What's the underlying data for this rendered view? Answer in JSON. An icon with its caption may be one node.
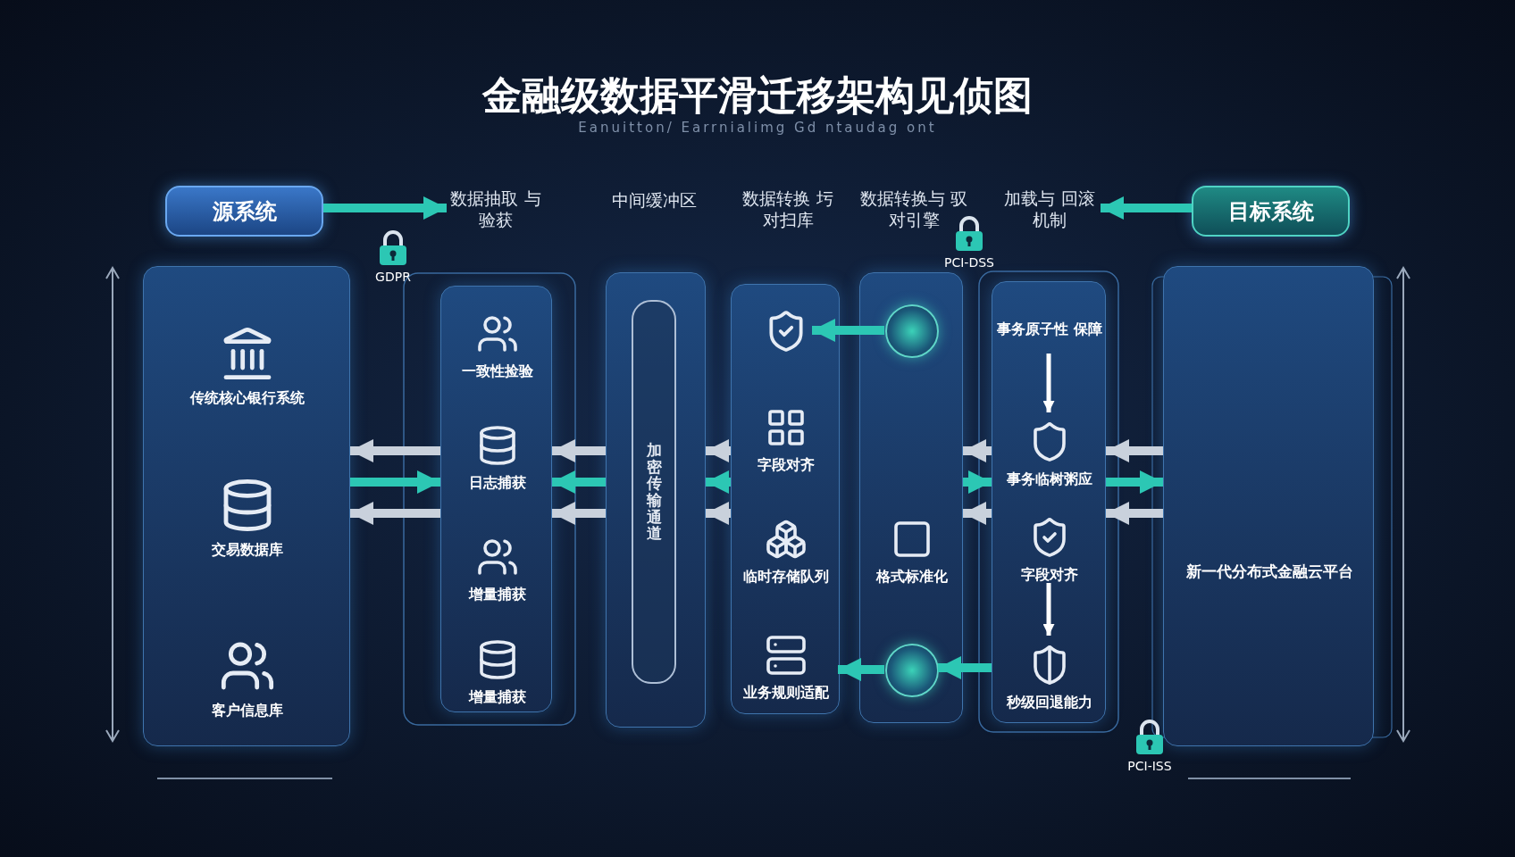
{
  "diagram": {
    "title": "金融级数据平滑迁移架构见侦图",
    "nodes": [
      {
        "text": [
          "源系统"
        ]
      },
      {
        "text": [
          "数据抽取 与验获"
        ]
      },
      {
        "text": [
          "中间缓冲区"
        ]
      },
      {
        "text": [
          "数据转换 圬对扫库"
        ]
      },
      {
        "text": [
          "数据转换与 驭对引擎"
        ]
      },
      {
        "text": [
          "加载与 回滚机制"
        ]
      },
      {
        "text": [
          "目标系统"
        ]
      },
      {
        "text": [],
        "shape": "box"
      },
      {
        "text": [
          "传统核心银行系统"
        ],
        "in": 7
      },
      {
        "text": [
          "交易数据库"
        ],
        "in": 7
      },
      {
        "text": [
          "客户信息库"
        ],
        "in": 7
      },
      {
        "text": [],
        "shape": "box"
      },
      {
        "text": [
          "一致性捡验"
        ],
        "in": 11
      },
      {
        "text": [
          "日志捕获"
        ],
        "in": 11
      },
      {
        "text": [
          "增量捕获"
        ],
        "in": 11
      },
      {
        "text": [
          "增量捕获"
        ],
        "in": 11
      },
      {
        "text": [],
        "shape": "box"
      },
      {
        "text": [
          "加密传输通道"
        ],
        "in": 16
      },
      {
        "text": [],
        "shape": "box"
      },
      {
        "text": [],
        "shape": "picture",
        "in": 18
      },
      {
        "text": [
          "字段对齐"
        ],
        "in": 18
      },
      {
        "text": [
          "临时存储队列"
        ],
        "in": 18
      },
      {
        "text": [
          "业务规则适配"
        ],
        "in": 18
      },
      {
        "text": [],
        "shape": "box"
      },
      {
        "text": [],
        "shape": "circle",
        "in": 23
      },
      {
        "text": [
          "格式标准化"
        ],
        "in": 23
      },
      {
        "text": [],
        "shape": "circle",
        "in": 23
      },
      {
        "text": [],
        "shape": "box"
      },
      {
        "text": [
          "事务原子性 保障"
        ],
        "in": 27
      },
      {
        "text": [
          "事务临树粥应"
        ],
        "in": 27
      },
      {
        "text": [
          "字段对齐"
        ],
        "in": 27
      },
      {
        "text": [
          "秒级回退能力"
        ],
        "in": 27
      },
      {
        "text": [],
        "shape": "box"
      },
      {
        "text": [
          "新一代分布式金融云平台"
        ],
        "in": 32
      }
    ],
    "edges": [
      {
        "from": 0,
        "to": 1,
        "arrow": "to"
      },
      {
        "from": 6,
        "to": 5,
        "arrow": "to"
      },
      {
        "from": 11,
        "to": 7,
        "arrow": "to",
        "color": "#c9d1dc"
      },
      {
        "from": 7,
        "to": 11,
        "arrow": "to"
      },
      {
        "from": 11,
        "to": 7,
        "arrow": "to",
        "color": "#c9d1dc"
      },
      {
        "from": 16,
        "to": 11,
        "arrow": "to",
        "color": "#c9d1dc"
      },
      {
        "from": 16,
        "to": 11,
        "arrow": "to"
      },
      {
        "from": 16,
        "to": 11,
        "arrow": "to",
        "color": "#c9d1dc"
      },
      {
        "from": 18,
        "to": 16,
        "arrow": "to",
        "color": "#c9d1dc"
      },
      {
        "from": 18,
        "to": 16,
        "arrow": "to"
      },
      {
        "from": 18,
        "to": 16,
        "arrow": "to",
        "color": "#c9d1dc"
      },
      {
        "from": 24,
        "to": 19,
        "arrow": "to"
      },
      {
        "from": 26,
        "to": 22,
        "arrow": "to"
      },
      {
        "from": 27,
        "to": 23,
        "arrow": "to",
        "color": "#c9d1dc"
      },
      {
        "from": 23,
        "to": 27,
        "arrow": "to"
      },
      {
        "from": 27,
        "to": 23,
        "arrow": "to",
        "color": "#c9d1dc"
      },
      {
        "from": 27,
        "to": 26,
        "arrow": "to"
      },
      {
        "from": 32,
        "to": 27,
        "arrow": "to",
        "color": "#c9d1dc"
      },
      {
        "from": 27,
        "to": 32,
        "arrow": "to"
      },
      {
        "from": 32,
        "to": 27,
        "arrow": "to",
        "color": "#c9d1dc"
      },
      {
        "from": 28,
        "to": 29,
        "arrow": "to",
        "color": "#ffffff"
      },
      {
        "from": 30,
        "to": 31,
        "arrow": "to",
        "color": "#ffffff"
      }
    ],
    "labels": [
      "Eanuitton/ Earrnialimg Gd ntaudag ont",
      "GDPR",
      "PCI-DSS",
      "PCI-ISS"
    ]
  }
}
